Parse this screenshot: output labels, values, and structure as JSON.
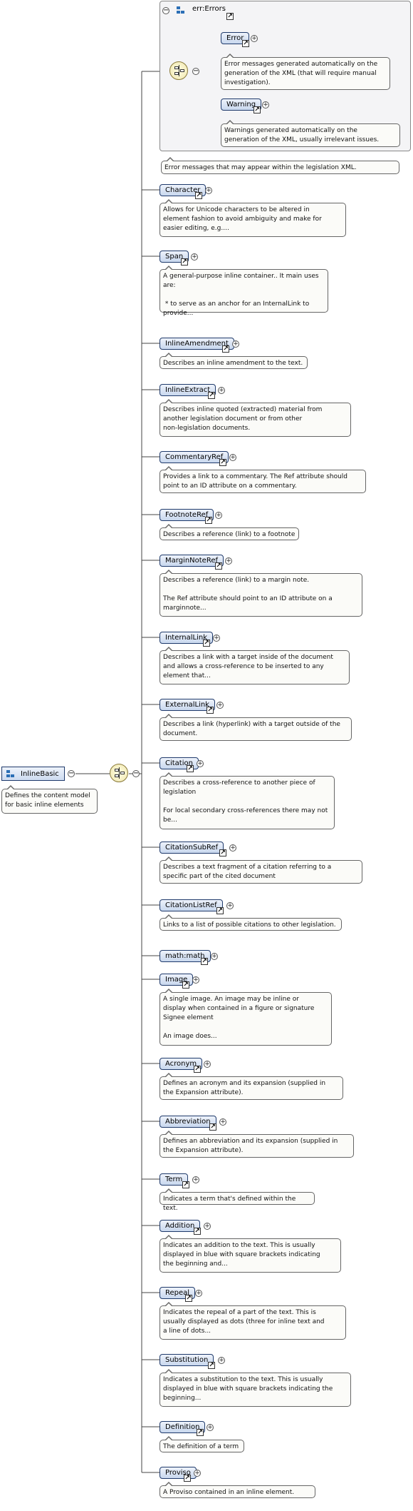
{
  "root": {
    "name": "InlineBasic",
    "doc": "Defines the content model\nfor basic inline elements"
  },
  "group": {
    "title": "err:Errors",
    "items": [
      {
        "name": "Error",
        "doc": "Error messages generated automatically on the\ngeneration of the XML (that will require manual\ninvestigation)."
      },
      {
        "name": "Warning",
        "doc": "Warnings generated automatically on the\ngeneration of the XML, usually irrelevant issues."
      }
    ],
    "doc": "Error messages that may appear within the legislation XML."
  },
  "children": [
    {
      "name": "Character",
      "doc": "Allows for Unicode characters to be altered in\nelement fashion to avoid ambiguity and make for\neasier editing, e.g...."
    },
    {
      "name": "Span",
      "doc": "A general-purpose inline container.. It main uses\nare:\n\n * to serve as an anchor for an InternalLink to\nprovide..."
    },
    {
      "name": "InlineAmendment",
      "doc": "Describes an inline amendment to the text."
    },
    {
      "name": "InlineExtract",
      "doc": "Describes inline quoted (extracted) material from\nanother legislation document or from other\nnon-legislation documents."
    },
    {
      "name": "CommentaryRef",
      "doc": "Provides a link to a commentary. The Ref attribute should\npoint to an ID attribute on a commentary."
    },
    {
      "name": "FootnoteRef",
      "doc": "Describes a reference (link) to a footnote"
    },
    {
      "name": "MarginNoteRef",
      "doc": "Describes a reference (link) to a margin note.\n\nThe Ref attribute should point to an ID attribute on a\nmarginnote..."
    },
    {
      "name": "InternalLink",
      "doc": "Describes a link with a target inside of the document\nand allows a cross-reference to be inserted to any\nelement that..."
    },
    {
      "name": "ExternalLink",
      "doc": "Describes a link (hyperlink) with a target outside of the\ndocument."
    },
    {
      "name": "Citation",
      "doc": "Describes a cross-reference to another piece of\nlegislation\n\nFor local secondary cross-references there may not\nbe..."
    },
    {
      "name": "CitationSubRef",
      "doc": "Describes a text fragment of a citation referring to a\nspecific part of the cited document"
    },
    {
      "name": "CitationListRef",
      "doc": "Links to a list of possible citations to other legislation."
    },
    {
      "name": "math:math",
      "doc": ""
    },
    {
      "name": "Image",
      "doc": "A single image. An image may be inline or\ndisplay when contained in a figure or signature\nSignee element\n\nAn image does..."
    },
    {
      "name": "Acronym",
      "doc": "Defines an acronym and its expansion (supplied in\nthe Expansion attribute)."
    },
    {
      "name": "Abbreviation",
      "doc": "Defines an abbreviation and its expansion (supplied in\nthe Expansion attribute)."
    },
    {
      "name": "Term",
      "doc": "Indicates a term that's defined within the text."
    },
    {
      "name": "Addition",
      "doc": "Indicates an addition to the text. This is usually\ndisplayed in blue with square brackets indicating\nthe beginning and..."
    },
    {
      "name": "Repeal",
      "doc": "Indicates the repeal of a part of the text. This is\nusually displayed as dots (three for inline text and\na line of dots..."
    },
    {
      "name": "Substitution",
      "doc": "Indicates a substitution to the text. This is usually\ndisplayed in blue with square brackets indicating the\nbeginning..."
    },
    {
      "name": "Definition",
      "doc": "The definition of a term"
    },
    {
      "name": "Proviso",
      "doc": "A Proviso contained in an inline element."
    }
  ]
}
